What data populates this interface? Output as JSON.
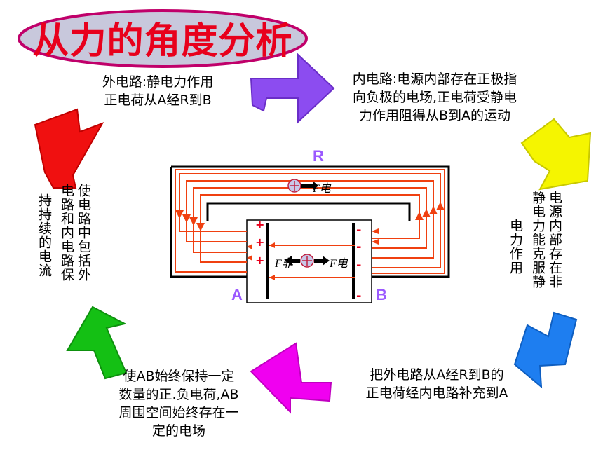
{
  "title": "从力的角度分析",
  "notes": {
    "outer_circuit_line1": "外电路:静电力作用",
    "outer_circuit_line2": "正电荷从A经R到B",
    "inner_circuit_line1": "内电路:电源内部存在正极指",
    "inner_circuit_line2": "向负极的电场,正电荷受静电",
    "inner_circuit_line3": "力作用阻得从B到A的运动",
    "nonstatic_col1": "电源内部存在非",
    "nonstatic_col2": "静电力能克服静",
    "nonstatic_col3": "电力作用",
    "replenish_line1": "把外电路从A经R到B的",
    "replenish_line2": "正电荷经内电路补充到A",
    "keep_line1": "使AB始终保持一定",
    "keep_line2": "数量的正.负电荷,AB",
    "keep_line3": "周围空间始终存在一",
    "keep_line4": "定的电场",
    "loop_col1": "使电路中包括外",
    "loop_col2": "电路和内电路保",
    "loop_col3": "持持续的电流"
  },
  "diagram": {
    "resistor_label": "R",
    "terminal_a": "A",
    "terminal_b": "B",
    "force_outer": "F电",
    "force_nonstatic": "F非",
    "force_inner": "F电",
    "plus_signs": [
      "+",
      "+",
      "+"
    ],
    "minus_signs": [
      "-",
      "-",
      "-",
      "-"
    ]
  },
  "colors": {
    "title_ellipse_fill": "#c8c8dc",
    "title_ellipse_stroke": "#c0006a",
    "title_text": "#e8001c",
    "arrow_purple": "#8c4cf0",
    "arrow_yellow": "#f5f500",
    "arrow_blue": "#1e7ef0",
    "arrow_magenta": "#f000f0",
    "arrow_green": "#14c014",
    "arrow_red": "#f01010",
    "field_lines": "#f04010",
    "label_purple": "#9b59ff"
  }
}
